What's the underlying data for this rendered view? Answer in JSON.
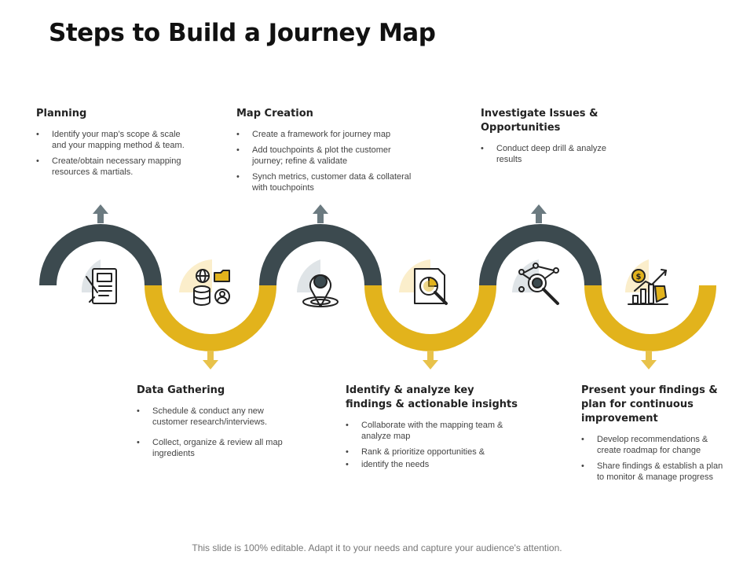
{
  "title": "Steps to Build a Journey Map",
  "footer": "This slide is 100% editable. Adapt it to your needs and capture your audience's attention.",
  "colors": {
    "dark": "#3c4a4f",
    "gold": "#e2b31c",
    "dark_arrow": "#6b7a80",
    "gold_arrow": "#e8c24a",
    "blob_dark": "#dfe4e7",
    "blob_gold": "#fbeecb"
  },
  "steps": [
    {
      "title": "Planning",
      "bullets": [
        "Identify your map’s scope & scale and your mapping method & team.",
        "Create/obtain necessary mapping resources & martials."
      ],
      "icon": "checklist-icon"
    },
    {
      "title": "Data Gathering",
      "bullets": [
        "Schedule & conduct any new customer research/interviews.",
        "Collect, organize & review all map ingredients"
      ],
      "icon": "database-icon"
    },
    {
      "title": "Map Creation",
      "bullets": [
        "Create a framework for journey map",
        "Add touchpoints & plot the customer journey; refine & validate",
        "Synch metrics, customer data & collateral with touchpoints"
      ],
      "icon": "location-pin-icon"
    },
    {
      "title": "Identify & analyze key findings & actionable insights",
      "bullets": [
        "Collaborate with the mapping team & analyze map",
        "Rank & prioritize opportunities &",
        "identify the needs"
      ],
      "icon": "report-magnifier-icon"
    },
    {
      "title": "Investigate Issues & Opportunities",
      "bullets": [
        "Conduct deep drill & analyze results"
      ],
      "icon": "network-search-icon"
    },
    {
      "title": "Present your findings & plan for continuous improvement",
      "bullets": [
        "Develop recommendations & create roadmap for change",
        "Share findings & establish a plan to monitor & manage progress"
      ],
      "icon": "growth-chart-icon"
    }
  ]
}
